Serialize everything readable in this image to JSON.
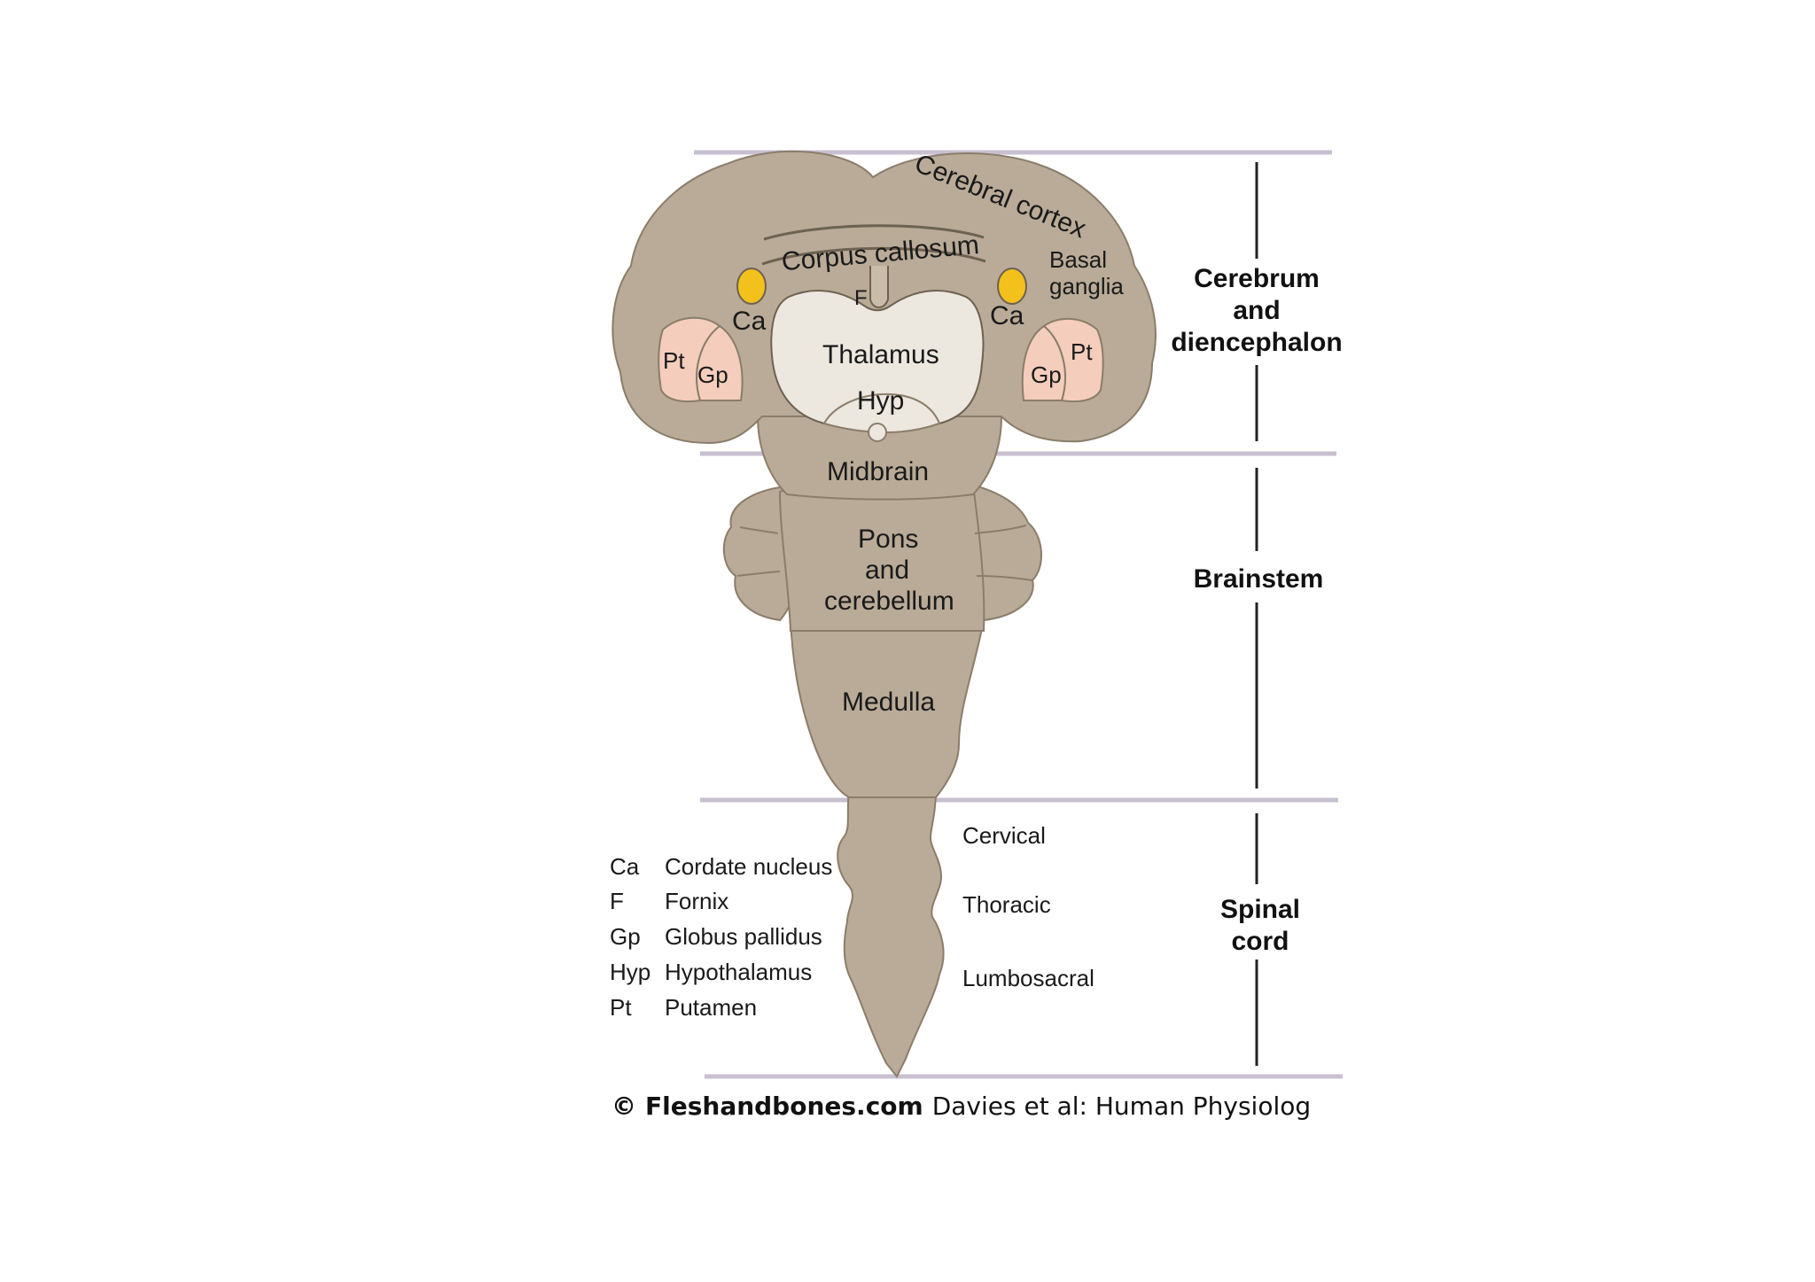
{
  "structures": {
    "cerebral_cortex": "Cerebral cortex",
    "corpus_callosum": "Corpus callosum",
    "fornix": "F",
    "caudate_left": "Ca",
    "caudate_right": "Ca",
    "basal_ganglia_line1": "Basal",
    "basal_ganglia_line2": "ganglia",
    "thalamus": "Thalamus",
    "hypothalamus": "Hyp",
    "putamen_left": "Pt",
    "putamen_right": "Pt",
    "globus_left": "Gp",
    "globus_right": "Gp",
    "midbrain": "Midbrain",
    "pons_line1": "Pons",
    "pons_line2": "and",
    "pons_line3": "cerebellum",
    "medulla": "Medulla",
    "cervical": "Cervical",
    "thoracic": "Thoracic",
    "lumbosacral": "Lumbosacral"
  },
  "sections": {
    "cerebrum_line1": "Cerebrum",
    "cerebrum_line2": "and",
    "cerebrum_line3": "diencephalon",
    "brainstem": "Brainstem",
    "spinal_line1": "Spinal",
    "spinal_line2": "cord"
  },
  "legend": [
    {
      "abbr": "Ca",
      "name": "Cordate nucleus"
    },
    {
      "abbr": "F",
      "name": "Fornix"
    },
    {
      "abbr": "Gp",
      "name": "Globus pallidus"
    },
    {
      "abbr": "Hyp",
      "name": "Hypothalamus"
    },
    {
      "abbr": "Pt",
      "name": "Putamen"
    }
  ],
  "credit": {
    "symbol": "©",
    "site": "Fleshandbones.com",
    "rest": "Davies et al: Human Physiolog"
  },
  "colors": {
    "brain": "#b9ab97",
    "thalamus": "#ece7df",
    "nuclei": "#f4cdbc",
    "caudate": "#f2c11b",
    "divider": "#c8bfd0"
  }
}
